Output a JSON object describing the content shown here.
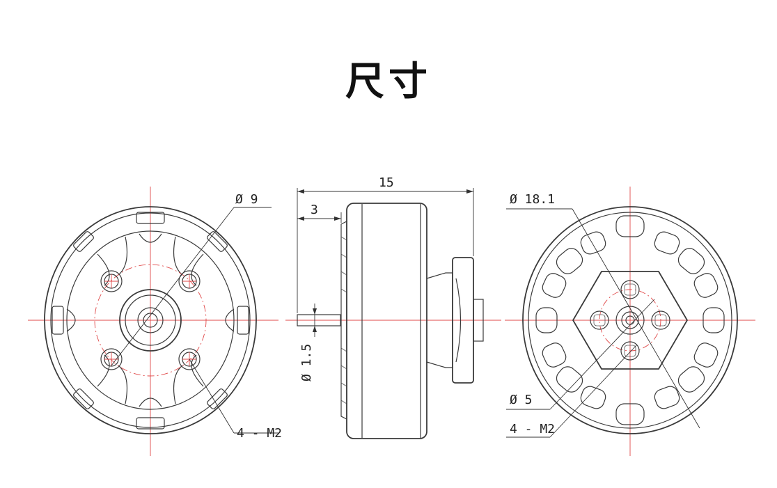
{
  "title": "尺寸",
  "dimensions": {
    "left_diameter": "Ø 9",
    "left_holes": "4 - M2",
    "side_length": "15",
    "side_shaft": "3",
    "side_shaft_diameter": "Ø 1.5",
    "right_diameter": "Ø 18.1",
    "right_inner_diameter": "Ø 5",
    "right_holes": "4 - M2"
  },
  "colors": {
    "line": "#3a3a3a",
    "centerline": "#e04848",
    "text": "#222222"
  }
}
